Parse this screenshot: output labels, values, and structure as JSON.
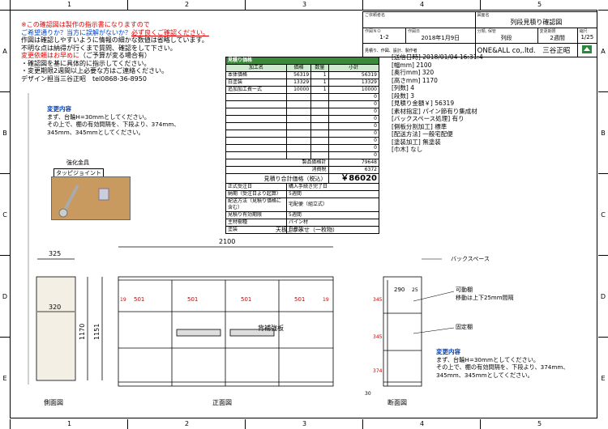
{
  "rulers": {
    "columns": [
      "1",
      "2",
      "3",
      "4",
      "5"
    ],
    "rows": [
      "A",
      "B",
      "C",
      "D",
      "E"
    ]
  },
  "notes": {
    "line1": "※この確認図は製作の指示書になりますので",
    "line2a": "ご希望通りか？当方に誤解がないか？",
    "line2b": "必ず良くご確認ください。",
    "line3": "作図は確認しやすいように情報の細かな数値は省略しています。",
    "line4": "不明な点は納得が行くまで質問、確認をして下さい。",
    "line5a": "変更依頼はお早めに",
    "line5b": "（ご予算が変る場合有）",
    "line6": "・確認図を基に具体的に指示してください。",
    "line7": "・変更期限2週間以上必要な方はご連絡ください。",
    "line8": "デザイン担当三谷正昭　tel0868-36-8950"
  },
  "title_block": {
    "customer_label": "ご依頼者名",
    "drawing_name_label": "図面名",
    "drawing_name": "列段見積り確認図",
    "no_label": "作図ＮＯ",
    "no": "1-2",
    "date_label": "作図日",
    "date": "2018年1月9日",
    "category_label": "分類, 保管",
    "category": "列段",
    "deadline_label": "変更期限",
    "deadline": "2週間",
    "scale_label": "縮尺",
    "scale": "1/25",
    "roles": "見積り、作図、設計、製作者",
    "company": "ONE&ALL co,.ltd.　三谷正昭"
  },
  "price": {
    "title": "見積り価格",
    "headers": [
      "加工名",
      "価格",
      "数量",
      "小計"
    ],
    "rows": [
      [
        "本体価格",
        "56319",
        "1",
        "56319"
      ],
      [
        "白塗装",
        "13329",
        "1",
        "13329"
      ],
      [
        "追加加工費ー式",
        "10000",
        "1",
        "10000"
      ],
      [
        "",
        "",
        "",
        "0"
      ],
      [
        "",
        "",
        "",
        "0"
      ],
      [
        "",
        "",
        "",
        "0"
      ],
      [
        "",
        "",
        "",
        "0"
      ],
      [
        "",
        "",
        "",
        "0"
      ],
      [
        "",
        "",
        "",
        "0"
      ],
      [
        "",
        "",
        "",
        "0"
      ],
      [
        "",
        "",
        "",
        "0"
      ],
      [
        "",
        "",
        "",
        "0"
      ]
    ],
    "subtotal_label": "製品価格計",
    "subtotal": "79648",
    "tax_label": "消費税",
    "tax": "6372",
    "total_label": "見積り合計価格（税込）",
    "total": "￥86020",
    "info": [
      [
        "正式受注日",
        "購入手続き完了日"
      ],
      [
        "納期（受注日より起算）",
        "5週間"
      ],
      [
        "配送方法（見積り価格に含む）",
        "宅配便（組立式）"
      ],
      [
        "見積り有効期限",
        "5週間"
      ],
      [
        "主材樹種",
        "パイン材"
      ],
      [
        "塗装",
        "白塗装"
      ]
    ]
  },
  "specs": [
    "[送信日時] 2018/01/04 16:31:4",
    "[幅mm] 2100",
    "[奥行mm] 320",
    "[高さmm] 1170",
    "[列数] 4",
    "[段数] 3",
    "[見積り金額￥] 56319",
    "[素材指定] パイン節有り集成材",
    "[バックスペース処理] 有り",
    "[側板分割加工] 標準",
    "[配送方法] 一般宅配便",
    "[塗装加工] 無塗装",
    "[巾木] なし"
  ],
  "change1": {
    "title": "変更内容",
    "text1": "まず、台輪H=30mmとしてください。",
    "text2": "その上で、棚の有効間隔を、下段より、374mm、",
    "text3": "345mm、345mmとしてください。"
  },
  "change2": {
    "title": "変更内容",
    "text1": "まず、台輪H=30mmとしてください。",
    "text2": "その上で、棚の有効間隔を、下段より、374mm、",
    "text3": "345mm、345mmとしてください。"
  },
  "hardware": {
    "label1": "強化金具",
    "label2": "タッピジョイント"
  },
  "drawing": {
    "top_board": "天板上かぶせ（一枚物）",
    "back_space": "バックスペース",
    "movable": "可動棚",
    "movable_note": "移動は上下25mm間隔",
    "fixed": "固定棚",
    "reinforce": "背補強板",
    "side_view": "側面図",
    "front_view": "正面図",
    "section_view": "断面図",
    "dims": {
      "w2100": "2100",
      "d325": "325",
      "d320": "320",
      "h1170": "1170",
      "h1151": "1151",
      "c501": "501",
      "t19": "19",
      "d290": "290",
      "d25": "25",
      "s345": "345",
      "s374": "374",
      "b30": "30"
    }
  }
}
